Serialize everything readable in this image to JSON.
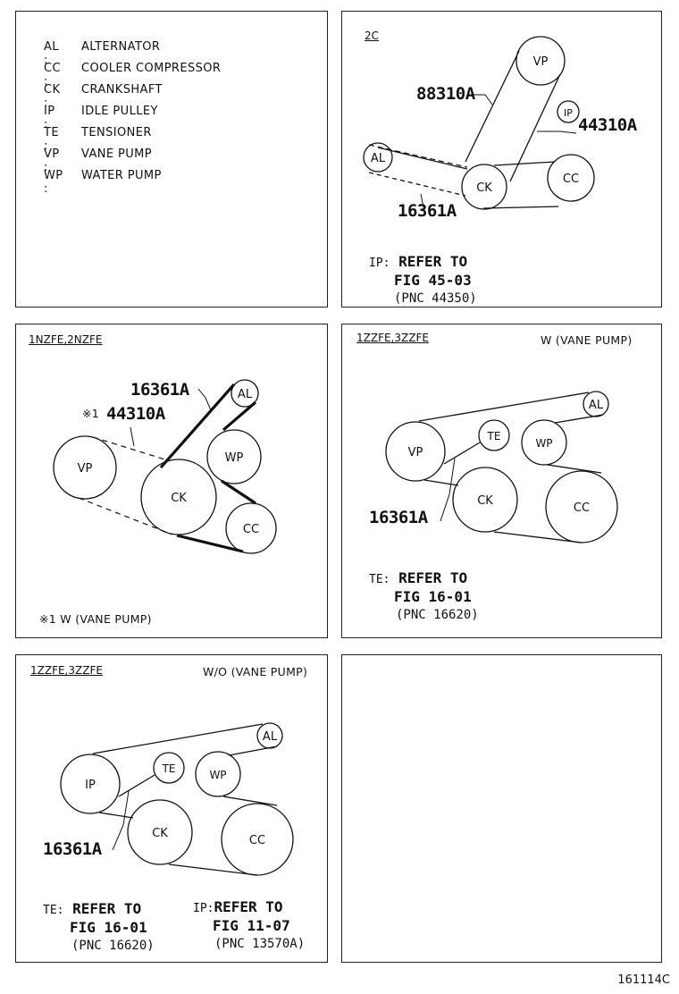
{
  "legend": [
    {
      "key": "AL :",
      "value": "ALTERNATOR"
    },
    {
      "key": "CC :",
      "value": "COOLER COMPRESSOR"
    },
    {
      "key": "CK :",
      "value": "CRANKSHAFT"
    },
    {
      "key": "IP :",
      "value": "IDLE PULLEY"
    },
    {
      "key": "TE :",
      "value": "TENSIONER"
    },
    {
      "key": "VP :",
      "value": "VANE PUMP"
    },
    {
      "key": "WP :",
      "value": "WATER PUMP"
    }
  ],
  "labels": {
    "AL": "AL",
    "CC": "CC",
    "CK": "CK",
    "IP": "IP",
    "TE": "TE",
    "VP": "VP",
    "WP": "WP"
  },
  "panel_2c": {
    "tag": "2C",
    "pn_top": "88310A",
    "pn_right": "44310A",
    "pn_bottom": "16361A",
    "note_prefix": "IP:",
    "note_line1": "REFER TO",
    "note_line2": "FIG 45-03",
    "note_line3": "(PNC 44350)"
  },
  "panel_nzfe": {
    "tag": "1NZFE,2NZFE",
    "pn_top": "16361A",
    "pn_mark": "※1",
    "pn_second": "44310A",
    "footnote": "※1 W (VANE PUMP)"
  },
  "panel_zzfe_w": {
    "tag": "1ZZFE,3ZZFE",
    "option": "W (VANE PUMP)",
    "pn": "16361A",
    "note_prefix": "TE:",
    "note_line1": "REFER TO",
    "note_line2": "FIG 16-01",
    "note_line3": "(PNC 16620)"
  },
  "panel_zzfe_wo": {
    "tag": "1ZZFE,3ZZFE",
    "option": "W/O (VANE PUMP)",
    "pn": "16361A",
    "note1_prefix": "TE:",
    "note1_line1": "REFER TO",
    "note1_line2": "FIG 16-01",
    "note1_line3": "(PNC 16620)",
    "note2_prefix": "IP:",
    "note2_line1": "REFER TO",
    "note2_line2": "FIG 11-07",
    "note2_line3": "(PNC 13570A)"
  },
  "figure_id": "161114C",
  "colors": {
    "ink": "#111111",
    "watermark": "#d4d4d4"
  }
}
